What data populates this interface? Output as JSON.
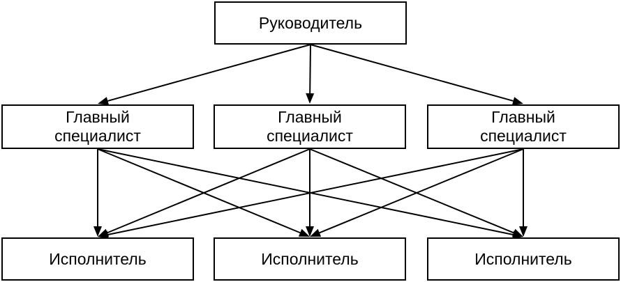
{
  "diagram": {
    "type": "org-chart",
    "colors": {
      "line": "#000000",
      "box_border": "#000000",
      "box_fill": "#ffffff",
      "text": "#000000"
    },
    "nodes": {
      "head": {
        "label": "Руководитель"
      },
      "specialist_1": {
        "label": "Главный\nспециалист"
      },
      "specialist_2": {
        "label": "Главный\nспециалист"
      },
      "specialist_3": {
        "label": "Главный\nспециалист"
      },
      "executor_1": {
        "label": "Исполнитель"
      },
      "executor_2": {
        "label": "Исполнитель"
      },
      "executor_3": {
        "label": "Исполнитель"
      }
    },
    "edges": [
      {
        "from": "head",
        "to": "specialist_1"
      },
      {
        "from": "head",
        "to": "specialist_2"
      },
      {
        "from": "head",
        "to": "specialist_3"
      },
      {
        "from": "specialist_1",
        "to": "executor_1"
      },
      {
        "from": "specialist_1",
        "to": "executor_2"
      },
      {
        "from": "specialist_1",
        "to": "executor_3"
      },
      {
        "from": "specialist_2",
        "to": "executor_1"
      },
      {
        "from": "specialist_2",
        "to": "executor_2"
      },
      {
        "from": "specialist_2",
        "to": "executor_3"
      },
      {
        "from": "specialist_3",
        "to": "executor_1"
      },
      {
        "from": "specialist_3",
        "to": "executor_2"
      },
      {
        "from": "specialist_3",
        "to": "executor_3"
      }
    ]
  }
}
